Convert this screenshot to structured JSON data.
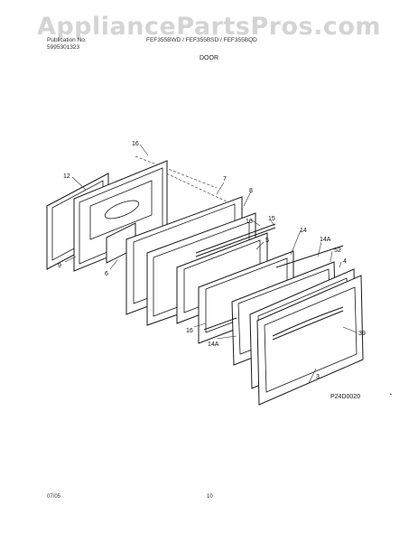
{
  "watermark": "AppliancePartsPros.com",
  "header": {
    "left_line1": "Publication No.",
    "left_line2": "5995301323",
    "center_line1": "FEF355BWD / FEF355BSD / FEF355BQD",
    "section_title": "DOOR"
  },
  "footer": {
    "date_code": "07/05",
    "page_number": "10"
  },
  "figure_code": "P24D0020",
  "callouts": [
    "16",
    "12",
    "7",
    "8",
    "16",
    "15",
    "14",
    "14A",
    "52",
    "4",
    "9",
    "6",
    "5",
    "16",
    "14A",
    "39",
    "3"
  ]
}
